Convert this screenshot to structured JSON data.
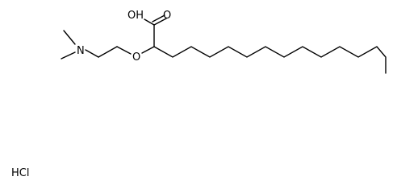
{
  "molecule": {
    "atoms": {
      "acid_oh": "OH",
      "acid_o": "O",
      "ether_o": "O",
      "amine_n": "N"
    },
    "counterion": "HCl",
    "colors": {
      "bond": "#000000",
      "text": "#000000",
      "background": "#ffffff"
    }
  }
}
